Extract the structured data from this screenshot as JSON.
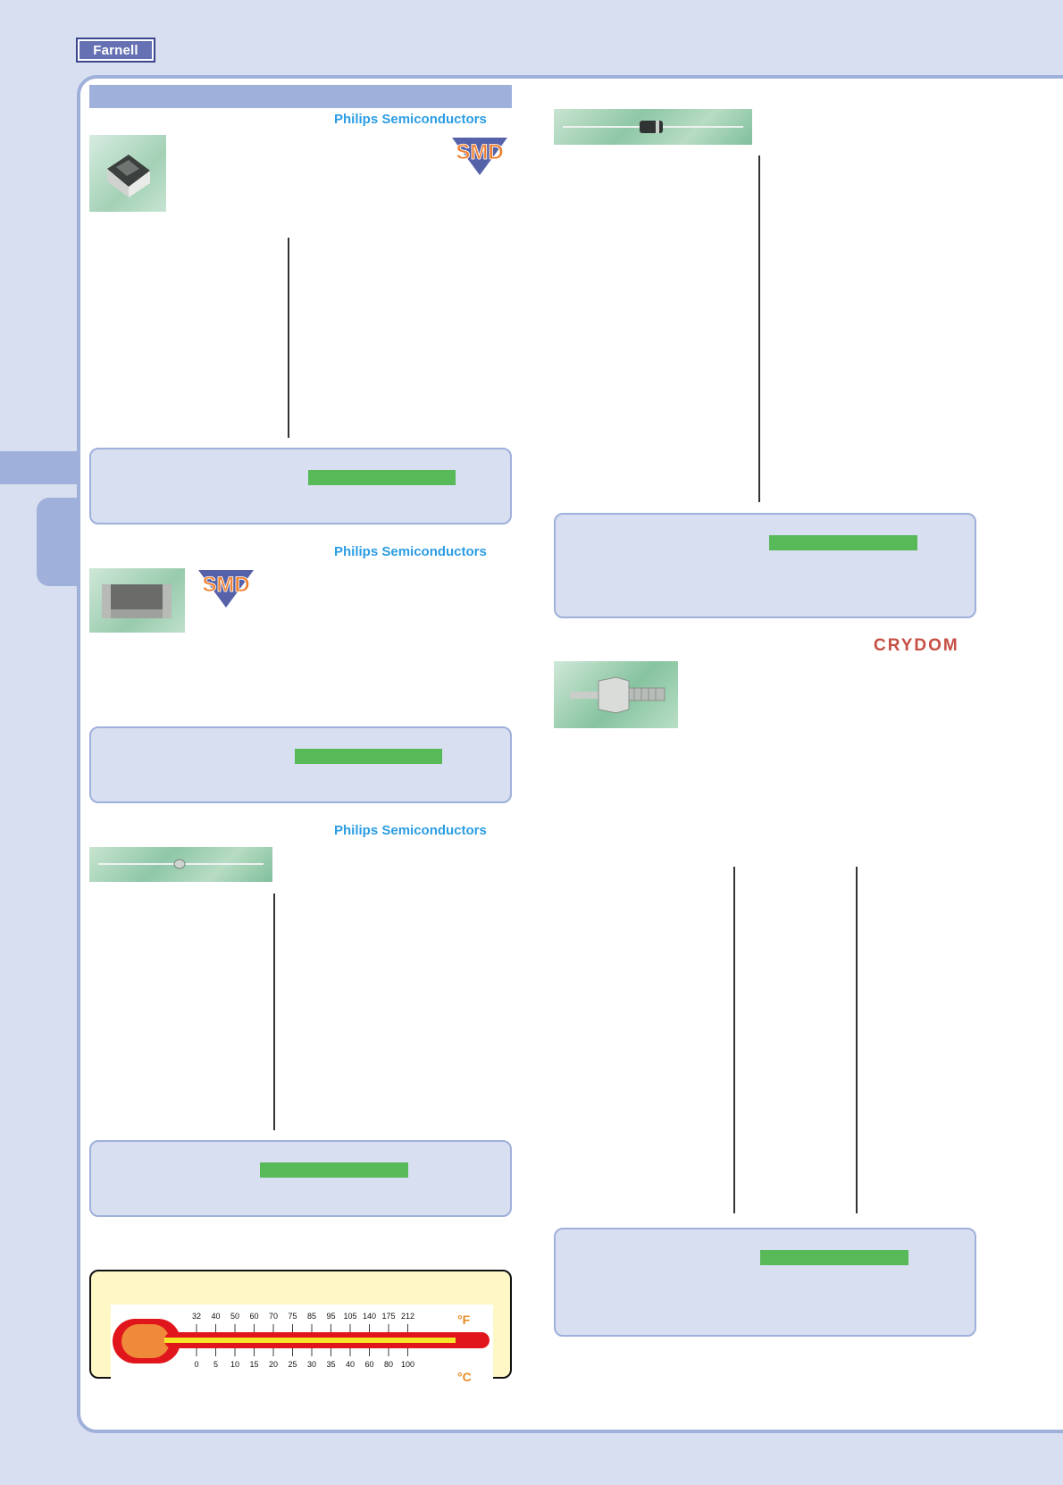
{
  "header": {
    "logo_text": "Farnell"
  },
  "brands": {
    "philips_1": "Philips Semiconductors",
    "philips_2": "Philips Semiconductors",
    "philips_3": "Philips Semiconductors",
    "crydom": "CRYDOM"
  },
  "badges": {
    "smd_1": "SMD",
    "smd_2": "SMD"
  },
  "thermometer": {
    "fahrenheit_unit": "°F",
    "celsius_unit": "°C",
    "fahrenheit_ticks": [
      "32",
      "40",
      "50",
      "60",
      "70",
      "75",
      "85",
      "95",
      "105",
      "140",
      "175",
      "212"
    ],
    "celsius_ticks": [
      "0",
      "5",
      "10",
      "15",
      "20",
      "25",
      "30",
      "35",
      "40",
      "60",
      "80",
      "100"
    ]
  },
  "colors": {
    "page_bg": "#d8dff1",
    "accent_blue": "#9fb0da",
    "brand_blue": "#2b9de3",
    "highlight_green": "#57b957",
    "crydom_red": "#c74e43",
    "thermo_red": "#e0161c",
    "thermo_yellow": "#f6e629"
  }
}
